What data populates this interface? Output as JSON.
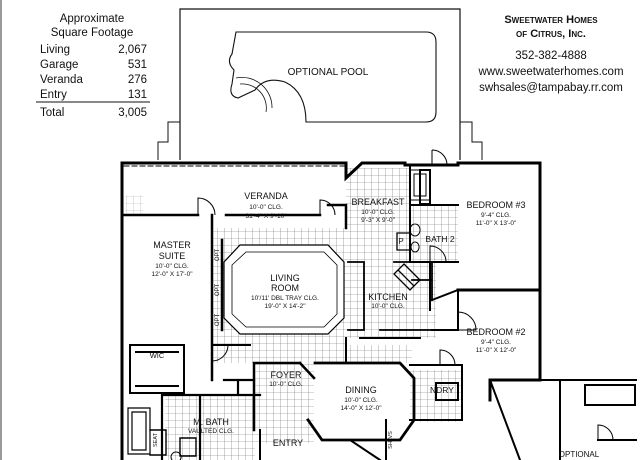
{
  "footage": {
    "title_line1": "Approximate",
    "title_line2": "Square Footage",
    "rows": [
      {
        "label": "Living",
        "value": "2,067"
      },
      {
        "label": "Garage",
        "value": "531"
      },
      {
        "label": "Veranda",
        "value": "276"
      },
      {
        "label": "Entry",
        "value": "131"
      }
    ],
    "total_label": "Total",
    "total_value": "3,005"
  },
  "company": {
    "name_line1": "Sweetwater Homes",
    "name_line2": "of Citrus, Inc.",
    "phone": "352-382-4888",
    "website": "www.sweetwaterhomes.com",
    "email": "swhsales@tampabay.rr.com"
  },
  "rooms": {
    "pool": "OPTIONAL POOL",
    "veranda": {
      "name": "VERANDA",
      "ceiling": "10'-0\" CLG.",
      "size": "31'-4\" X 9'-10\""
    },
    "breakfast": {
      "name": "BREAKFAST",
      "ceiling": "10'-0\" CLG.",
      "size": "9'-3\" X 9'-0\""
    },
    "bedroom3": {
      "name": "BEDROOM #3",
      "ceiling": "9'-4\" CLG.",
      "size": "11'-0\" X 13'-0\""
    },
    "bath2": "BATH 2",
    "master": {
      "name_line1": "MASTER",
      "name_line2": "SUITE",
      "ceiling": "10'-0\" CLG.",
      "size": "12'-0\" X 17'-0\""
    },
    "living": {
      "name_line1": "LIVING",
      "name_line2": "ROOM",
      "ceiling": "10'/11' DBL TRAY CLG.",
      "size": "19'-0\" X 14'-2\""
    },
    "kitchen": {
      "name": "KITCHEN",
      "ceiling": "10'-0\" CLG."
    },
    "bedroom2": {
      "name": "BEDROOM #2",
      "ceiling": "9'-4\" CLG.",
      "size": "11'-0\" X 12'-0\""
    },
    "wic": "WIC",
    "foyer": {
      "name": "FOYER",
      "ceiling": "10'-0\" CLG."
    },
    "dining": {
      "name": "DINING",
      "ceiling": "10'-0\" CLG.",
      "size": "14'-0\" X 12'-0\""
    },
    "laundry": "NDRY",
    "mbath": {
      "name": "M. BATH",
      "ceiling": "VAULTED CLG."
    },
    "entry": "ENTRY",
    "optional": "OPTIONAL",
    "opt": "OPT",
    "pantry": "P",
    "seat": "SEAT",
    "shelves": "SHLVS"
  }
}
